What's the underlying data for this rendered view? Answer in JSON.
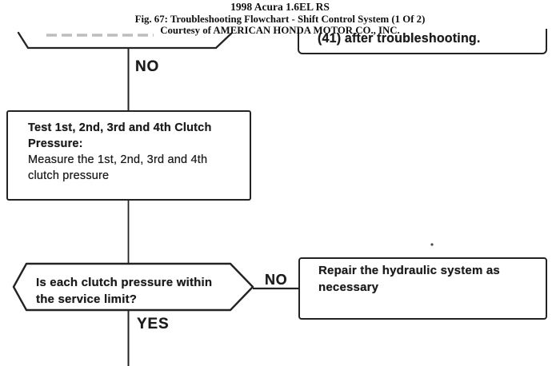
{
  "header": {
    "title": "1998 Acura 1.6EL RS",
    "figure_caption": "Fig. 67: Troubleshooting Flowchart - Shift Control System (1 Of 2)",
    "courtesy": "Courtesy of AMERICAN HONDA MOTOR CO., INC."
  },
  "flowchart": {
    "truncated_top_box": {
      "text": "(41) after troubleshooting."
    },
    "no_label_top": "NO",
    "test_clutch_box": {
      "title_lines": [
        "Test 1st, 2nd, 3rd and 4th Clutch",
        "Pressure:"
      ],
      "body_lines": [
        "Measure the 1st, 2nd, 3rd and 4th",
        "clutch pressure"
      ]
    },
    "clutch_pressure_decision": {
      "lines": [
        "Is each clutch pressure within",
        "the service limit?"
      ]
    },
    "no_label_decision": "NO",
    "repair_box": {
      "lines": [
        "Repair the hydraulic system as",
        "necessary"
      ]
    },
    "yes_label": "YES"
  },
  "colors": {
    "ink": "#1c1c1c",
    "line": "#232323",
    "background": "#ffffff",
    "faded_remnant": "#bdbdbd"
  }
}
